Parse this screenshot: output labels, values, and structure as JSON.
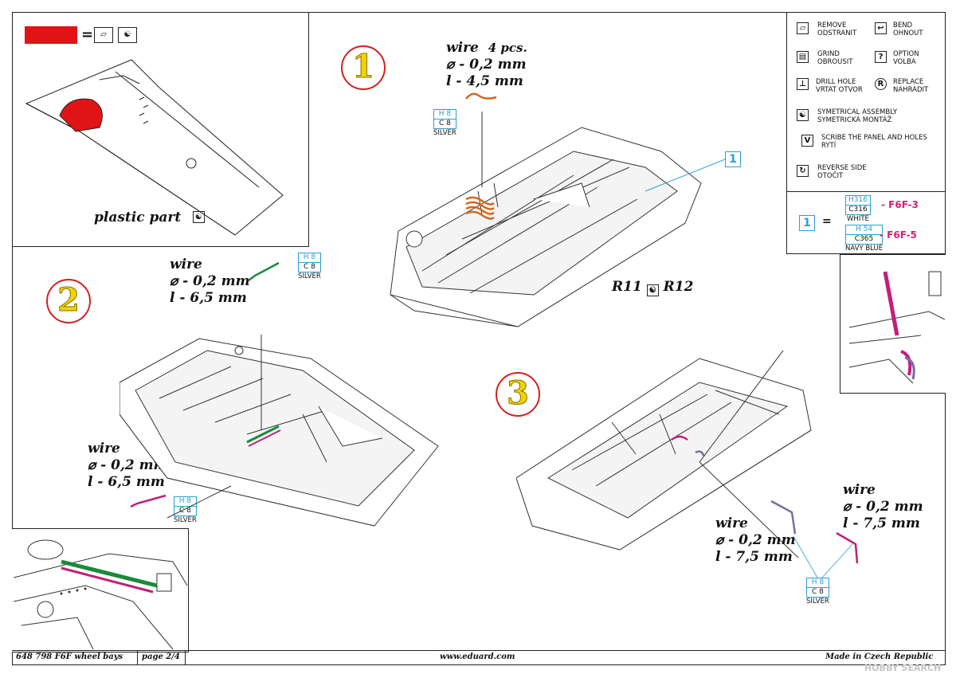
{
  "legend": {
    "remove": "REMOVE",
    "remove_cz": "ODSTRANIT",
    "bend": "BEND",
    "bend_cz": "OHNOUT",
    "grind": "GRIND",
    "grind_cz": "OBROUSIT",
    "option": "OPTION",
    "option_cz": "VOLBA",
    "drill": "DRILL HOLE",
    "drill_cz": "VRTAT OTVOR",
    "replace": "REPLACE",
    "replace_cz": "NAHRADIT",
    "sym": "SYMETRICAL ASSEMBLY",
    "sym_cz": "SYMETRICKÁ MONTÁŽ",
    "scribe": "SCRIBE THE PANEL AND HOLES",
    "scribe_cz": "RYTÍ",
    "reverse": "REVERSE SIDE",
    "reverse_cz": "OTOČIT"
  },
  "colors_box": {
    "number": "1",
    "equals": "=",
    "a_h": "H316",
    "a_c": "C316",
    "a_name": "WHITE",
    "a_model": "- F6F-3",
    "b_h": "H 54",
    "b_c": "C365",
    "b_name": "NAVY BLUE",
    "b_model": "- F6F-5"
  },
  "topleft": {
    "equals": "=",
    "plastic_part": "plastic part"
  },
  "steps": {
    "s1": "1",
    "s2": "2",
    "s3": "3"
  },
  "step1": {
    "wire": "wire",
    "pcs": "4 pcs.",
    "dia": "⌀ - 0,2 mm",
    "len": "l - 4,5 mm",
    "h": "H 8",
    "c": "C 8",
    "name": "SILVER",
    "callout": "1",
    "parts": "R11",
    "parts2": "R12"
  },
  "step2": {
    "wire_a": "wire",
    "dia_a": "⌀ - 0,2 mm",
    "len_a": "l - 6,5 mm",
    "h_a": "H 8",
    "c_a": "C 8",
    "name_a": "SILVER",
    "wire_b": "wire",
    "dia_b": "⌀ - 0,2 mm",
    "len_b": "l - 6,5 mm",
    "h_b": "H 8",
    "c_b": "C 8",
    "name_b": "SILVER"
  },
  "step3": {
    "wire_a": "wire",
    "dia_a": "⌀ - 0,2 mm",
    "len_a": "l - 7,5 mm",
    "wire_b": "wire",
    "dia_b": "⌀ - 0,2 mm",
    "len_b": "l - 7,5 mm",
    "h": "H 8",
    "c": "C 8",
    "name": "SILVER"
  },
  "footer": {
    "code": "648 798  F6F wheel bays",
    "page": "page 2/4",
    "url": "www.eduard.com",
    "made": "Made in Czech Republic",
    "watermark": "HOBBY SEARCH"
  },
  "colors": {
    "red": "#e01414",
    "cyan": "#2aa0d0",
    "green": "#1a8a3a",
    "magenta": "#c0207a",
    "orange": "#d2691e",
    "purple": "#7a6aa8"
  }
}
